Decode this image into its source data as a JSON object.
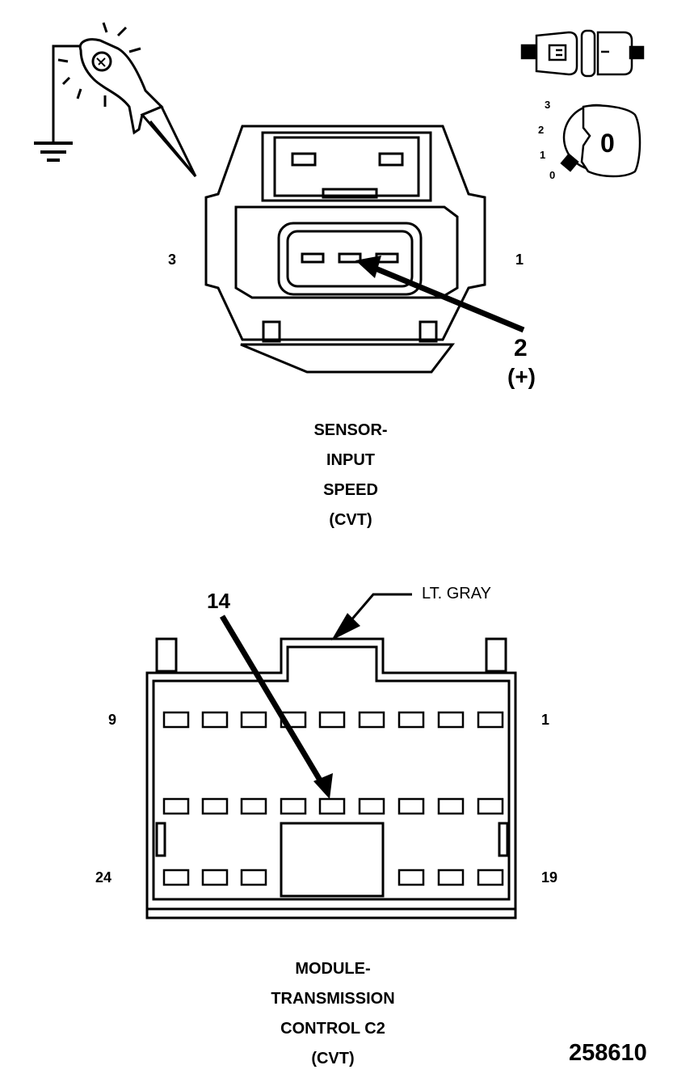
{
  "sensor_connector": {
    "pin_left": "3",
    "pin_right": "1",
    "callout_pin": "2",
    "callout_polarity": "(+)",
    "caption_lines": [
      "SENSOR-",
      "INPUT",
      "SPEED",
      "(CVT)"
    ]
  },
  "ignition_icon": {
    "positions": [
      "3",
      "2",
      "1",
      "0"
    ],
    "key_label": "0"
  },
  "module_connector": {
    "callout_pin": "14",
    "color_label": "LT. GRAY",
    "pin_top_left": "9",
    "pin_top_right": "1",
    "pin_bottom_left": "24",
    "pin_bottom_right": "19",
    "caption_lines": [
      "MODULE-",
      "TRANSMISSION",
      "CONTROL C2",
      "(CVT)"
    ]
  },
  "figure_number": "258610"
}
